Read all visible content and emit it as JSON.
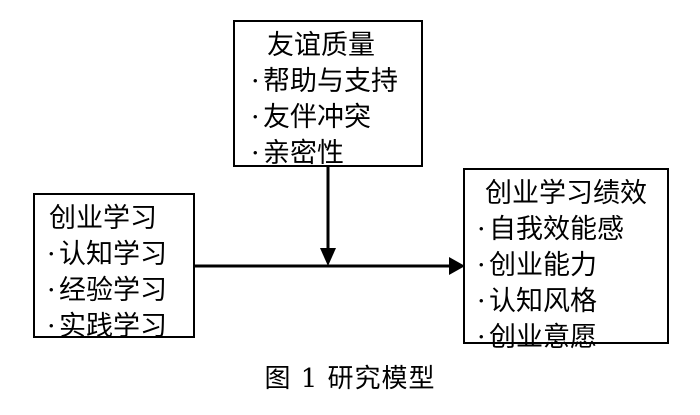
{
  "nodes": {
    "moderator": {
      "title": "友谊质量",
      "items": [
        "帮助与支持",
        "友伴冲突",
        "亲密性"
      ]
    },
    "independent": {
      "title": "创业学习",
      "items": [
        "认知学习",
        "经验学习",
        "实践学习"
      ]
    },
    "dependent": {
      "title": "创业学习绩效",
      "items": [
        "自我效能感",
        "创业能力",
        "认知风格",
        "创业意愿"
      ]
    }
  },
  "edges": [
    {
      "from": "independent",
      "to": "dependent",
      "type": "arrow"
    },
    {
      "from": "moderator",
      "to": "independent→dependent path",
      "type": "arrow"
    }
  ],
  "caption": "图 1  研究模型"
}
